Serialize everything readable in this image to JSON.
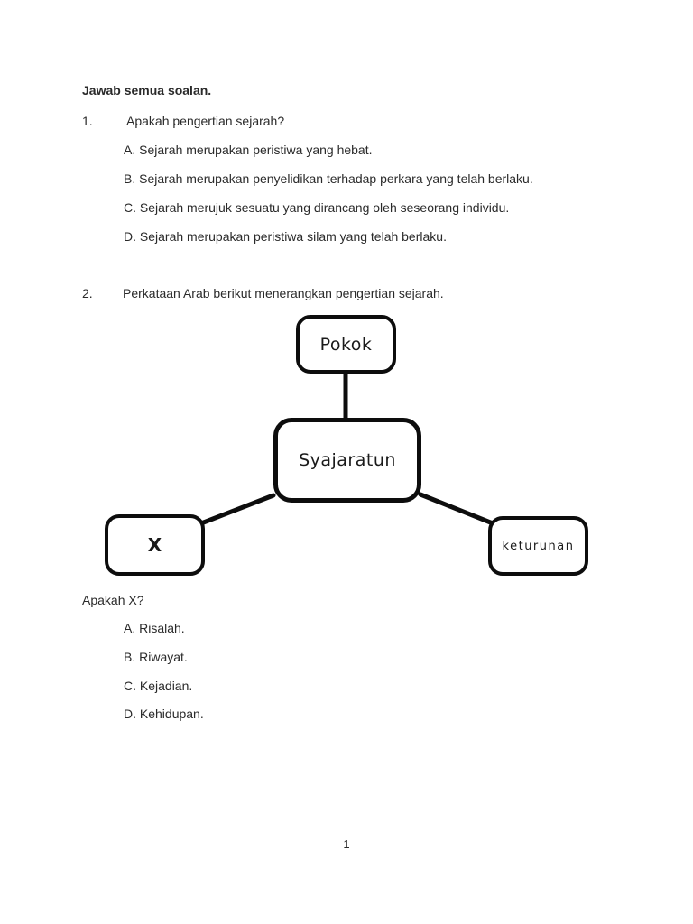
{
  "page": {
    "heading": "Jawab semua soalan.",
    "page_number": "1"
  },
  "questions": [
    {
      "number": "1.",
      "text": "Apakah pengertian sejarah?",
      "options": [
        "A. Sejarah merupakan peristiwa yang hebat.",
        "B. Sejarah merupakan penyelidikan terhadap perkara yang telah berlaku.",
        "C. Sejarah merujuk sesuatu yang dirancang oleh seseorang individu.",
        "D. Sejarah merupakan peristiwa silam yang telah berlaku."
      ]
    },
    {
      "number": "2.",
      "text": "Perkataan Arab berikut menerangkan pengertian sejarah.",
      "sub_question": "Apakah X?",
      "options": [
        "A. Risalah.",
        "B. Riwayat.",
        "C. Kejadian.",
        "D. Kehidupan."
      ]
    }
  ],
  "diagram": {
    "top_node": "Pokok",
    "center_node": "Syajaratun",
    "left_node": "X",
    "right_node": "keturunan"
  },
  "colors": {
    "page_bg": "#ffffff",
    "ink": "#2a2a2a",
    "diagram_stroke": "#0d0d0d"
  }
}
